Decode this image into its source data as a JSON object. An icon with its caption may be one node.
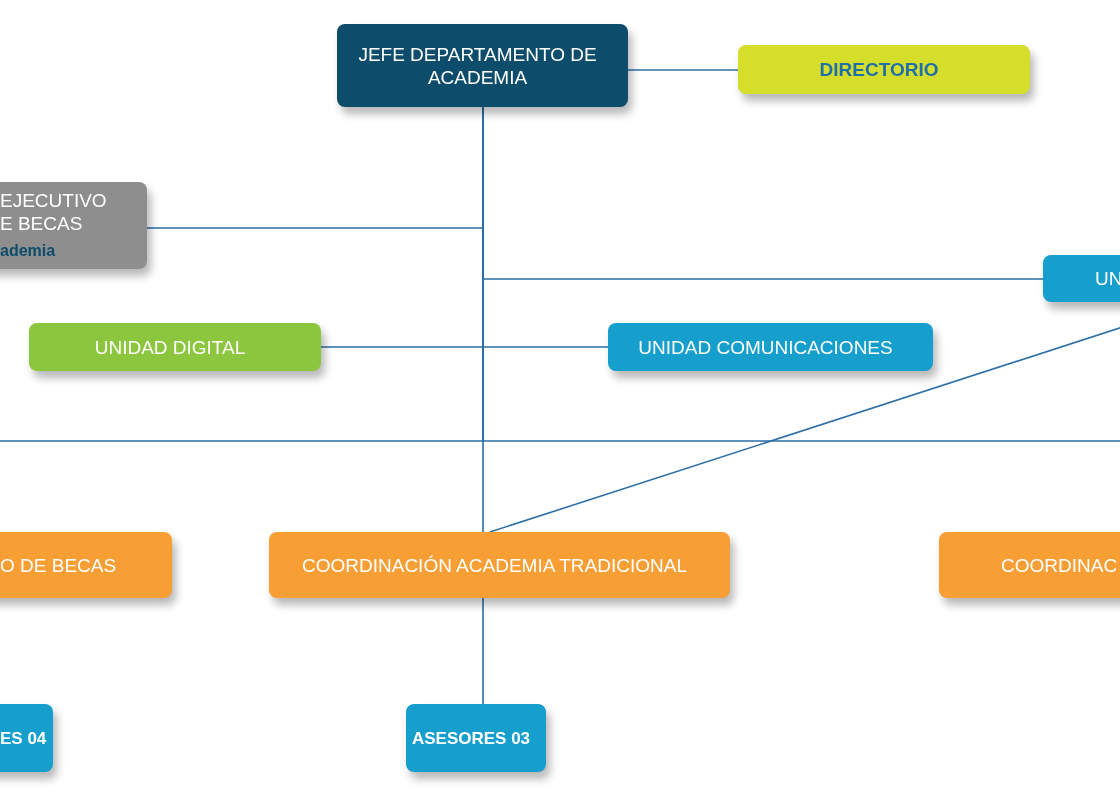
{
  "diagram": {
    "nodes": [
      {
        "text": [
          "JEFE DEPARTAMENTO DE ACADEMIA"
        ]
      },
      {
        "text": [
          "DIRECTORIO"
        ]
      },
      {
        "text": [
          "EJECUTIVO E BECAS",
          "ademia"
        ]
      },
      {
        "text": [
          "UN"
        ]
      },
      {
        "text": [
          "UNIDAD DIGITAL"
        ]
      },
      {
        "text": [
          "UNIDAD COMUNICACIONES"
        ]
      },
      {
        "text": [
          "O DE BECAS"
        ]
      },
      {
        "text": [
          "COORDINACIÓN ACADEMIA TRADICIONAL"
        ]
      },
      {
        "text": [
          "COORDINAC"
        ]
      },
      {
        "text": [
          "ES 04"
        ]
      },
      {
        "text": [
          "ASESORES 03"
        ]
      }
    ],
    "edges": [
      {
        "from": 0,
        "to": 1,
        "arrow": "none"
      },
      {
        "from": 0,
        "to": 2,
        "arrow": "none"
      },
      {
        "from": 0,
        "to": 3,
        "arrow": "none"
      },
      {
        "from": 4,
        "to": 5,
        "arrow": "none"
      },
      {
        "from": 0,
        "to": 6,
        "arrow": "none"
      },
      {
        "from": 0,
        "to": 8,
        "arrow": "none"
      },
      {
        "from": 0,
        "to": 7,
        "arrow": "none"
      },
      {
        "from": 7,
        "to": 3,
        "arrow": "none"
      },
      {
        "from": 7,
        "to": 10,
        "arrow": "none"
      }
    ]
  }
}
